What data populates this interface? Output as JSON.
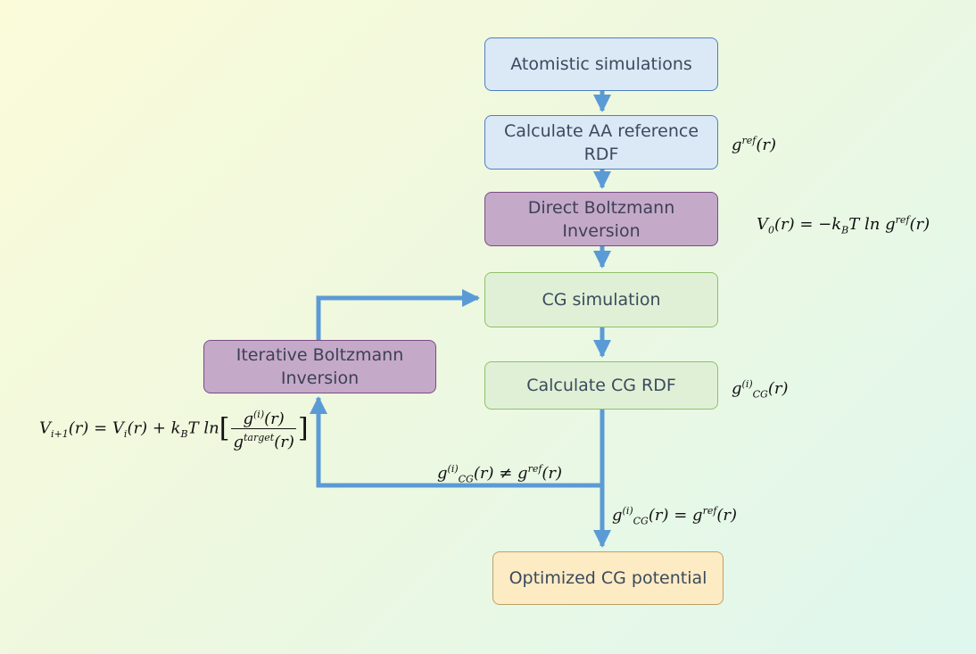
{
  "boxes": {
    "atomistic": "Atomistic simulations",
    "calc_aa_rdf": "Calculate AA reference RDF",
    "direct_bi": "Direct Boltzmann Inversion",
    "cg_sim": "CG simulation",
    "calc_cg_rdf": "Calculate CG RDF",
    "iterative_bi": "Iterative Boltzmann Inversion",
    "optimized": "Optimized CG potential"
  },
  "equations": {
    "g_ref": "g^ref(r)",
    "v0": "V0(r) = −kB T ln g^ref(r)",
    "g_cg": "g_CG^(i)(r)",
    "v_update": "V_{i+1}(r) = V_i(r) + k_B T ln[ g^(i)(r) / g^target(r) ]",
    "not_converged": "g_CG^(i)(r) ≠ g^ref(r)",
    "converged": "g_CG^(i)(r) = g^ref(r)"
  },
  "colors": {
    "arrow": "#5b9bd5",
    "blue_fill": "#dbe9f7",
    "purple_fill": "#c4a9c9",
    "green_fill": "#e0f0d6",
    "orange_fill": "#fdebc4"
  }
}
